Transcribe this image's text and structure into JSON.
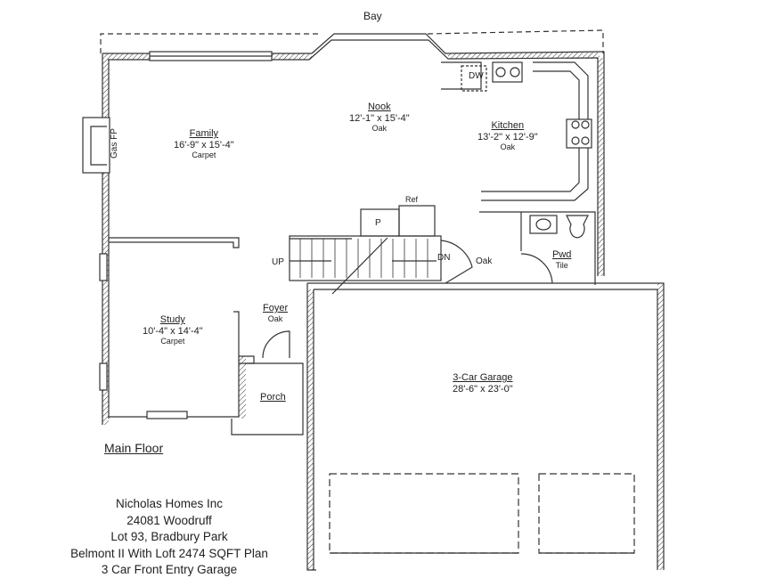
{
  "plan": {
    "top_label": "Bay",
    "heading": "Main Floor",
    "rooms": [
      {
        "name": "Family",
        "dims": "16'-9\" x 15'-4\"",
        "floor": "Carpet"
      },
      {
        "name": "Nook",
        "dims": "12'-1\" x 15'-4\"",
        "floor": "Oak"
      },
      {
        "name": "Kitchen",
        "dims": "13'-2\" x 12'-9\"",
        "floor": "Oak"
      },
      {
        "name": "Study",
        "dims": "10'-4\" x 14'-4\"",
        "floor": "Carpet"
      },
      {
        "name": "Foyer",
        "floor": "Oak"
      },
      {
        "name": "Pwd",
        "floor": "Tile"
      },
      {
        "name": "Porch"
      },
      {
        "name": "3-Car Garage",
        "dims": "28'-6\" x 23'-0\""
      }
    ],
    "fixtures": {
      "fireplace": "Gas FP",
      "dishwasher": "DW",
      "refrigerator": "Ref",
      "pantry": "P",
      "stairs_up": "UP",
      "stairs_down": "DN",
      "hall_floor": "Oak"
    }
  },
  "title_block": {
    "lines": [
      "Nicholas Homes Inc",
      "24081 Woodruff",
      "Lot 93, Bradbury Park",
      "Belmont II With Loft 2474 SQFT Plan",
      "3 Car Front Entry Garage"
    ]
  }
}
